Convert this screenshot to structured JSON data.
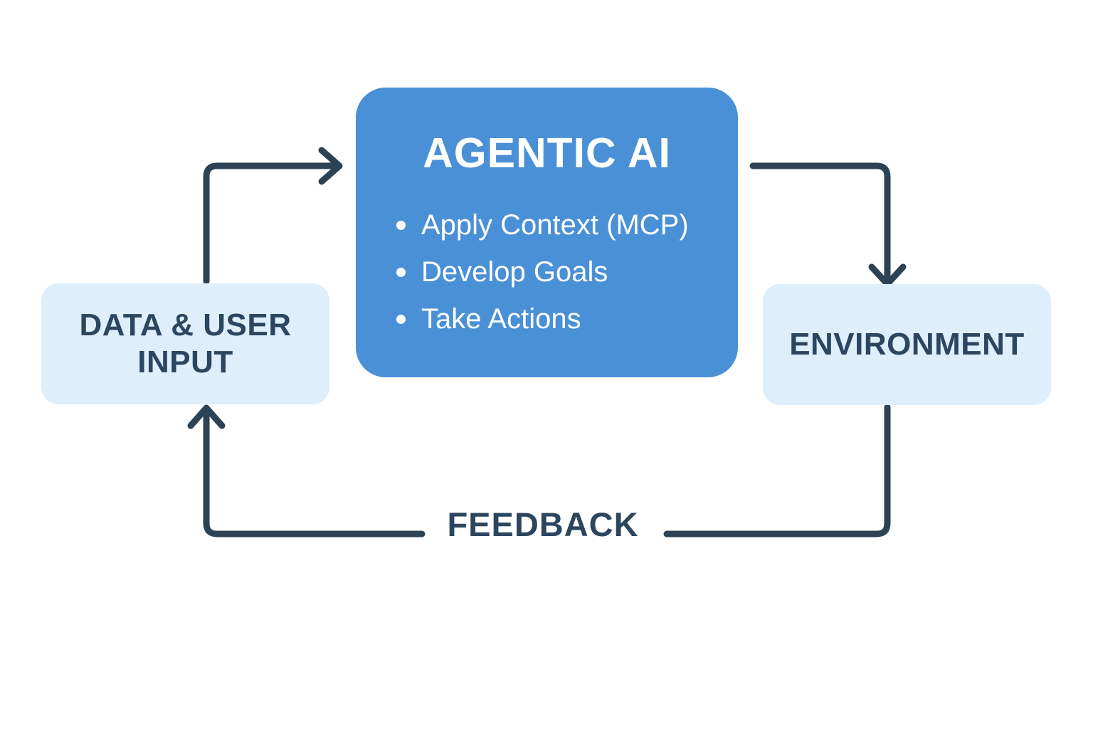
{
  "diagram": {
    "nodes": {
      "input": {
        "label": "DATA & USER INPUT"
      },
      "agent": {
        "title": "AGENTIC AI",
        "bullets": [
          "Apply Context (MCP)",
          "Develop Goals",
          "Take Actions"
        ]
      },
      "environment": {
        "label": "ENVIRONMENT"
      }
    },
    "edges": {
      "feedback_label": "FEEDBACK",
      "flow": [
        "input -> agent",
        "agent -> environment",
        "environment -> input (feedback)"
      ]
    },
    "colors": {
      "background": "#ffffff",
      "agent_box_blue": "#4a90d6",
      "light_box_blue": "#dfeefb",
      "navy_text_and_lines": "#2c4255",
      "agent_text": "#ffffff"
    }
  }
}
